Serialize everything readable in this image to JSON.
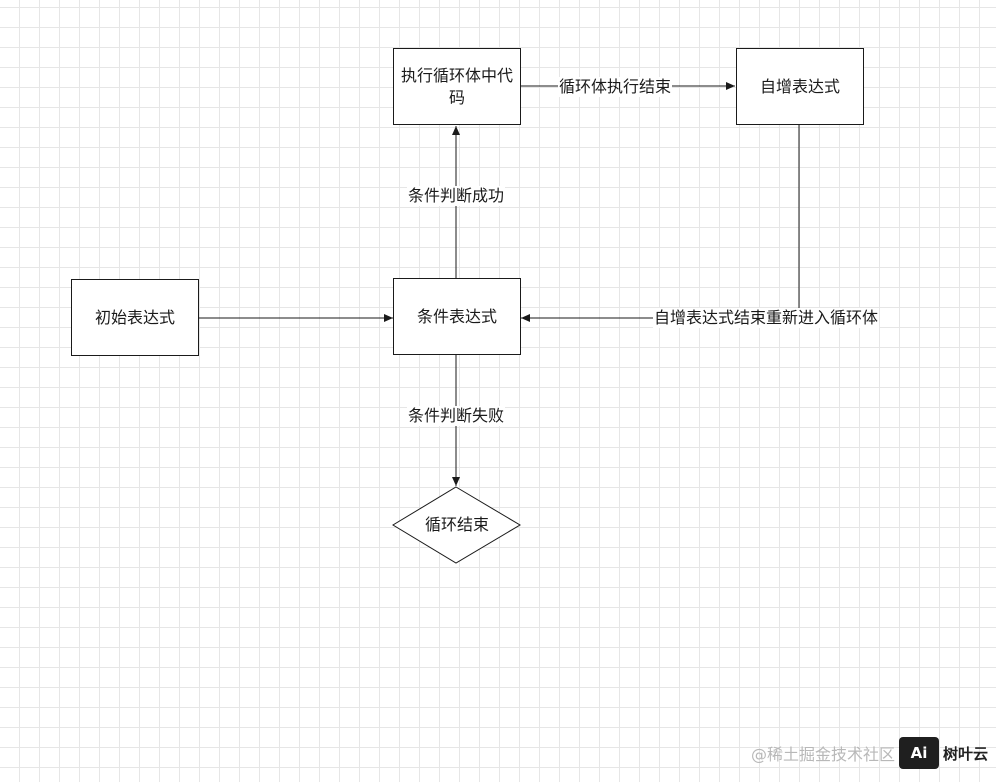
{
  "nodes": {
    "execute_body": "执行循环体中代码",
    "increment": "自增表达式",
    "init": "初始表达式",
    "condition": "条件表达式",
    "loop_end": "循环结束"
  },
  "edges": {
    "body_done": "循环体执行结束",
    "condition_true": "条件判断成功",
    "condition_false": "条件判断失败",
    "reenter_loop": "自增表达式结束重新进入循环体"
  },
  "watermark": {
    "text": "@稀土掘金技术社区",
    "logo": "Ai",
    "brand": "树叶云"
  }
}
